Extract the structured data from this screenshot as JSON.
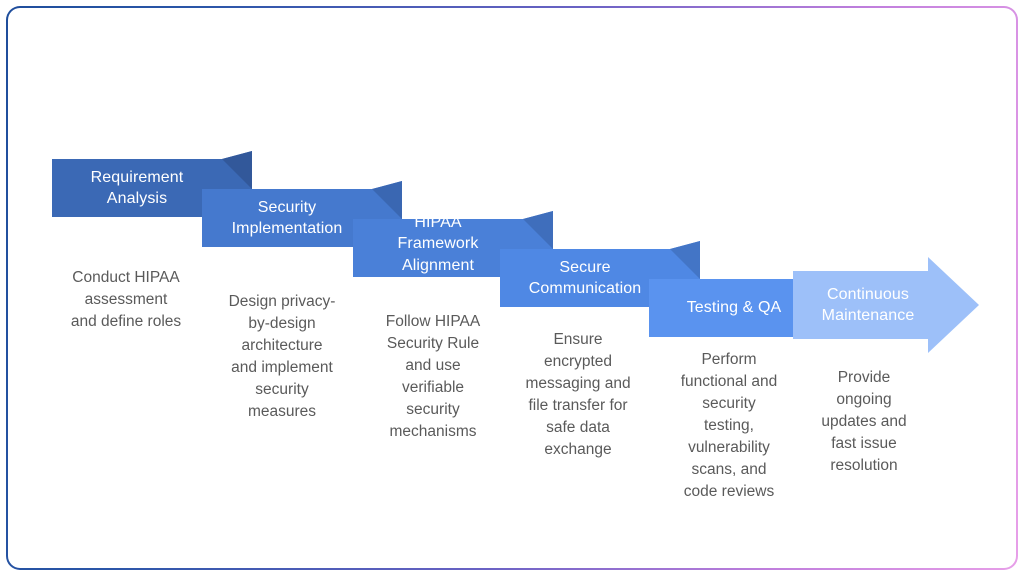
{
  "frame": {
    "border_gradient_from": "#1f4e9c",
    "border_gradient_to": "#e79fe8",
    "background": "#ffffff"
  },
  "diagram": {
    "type": "stepped-chevron-process",
    "orientation": "descending-left-to-right",
    "step_count": 6,
    "description_text_color": "#5a5a5a",
    "label_text_color": "#ffffff",
    "steps": [
      {
        "index": 1,
        "label": "Requirement\nAnalysis",
        "description": "Conduct HIPAA\nassessment\nand define roles",
        "fill": "#3b69b5",
        "fold_fill": "#32589a",
        "shape": "banner"
      },
      {
        "index": 2,
        "label": "Security\nImplementation",
        "description": "Design privacy-\nby-design\narchitecture\nand implement\nsecurity\nmeasures",
        "fill": "#4579ce",
        "fold_fill": "#3a67b2",
        "shape": "banner"
      },
      {
        "index": 3,
        "label": "HIPAA\nFramework\nAlignment",
        "description": "Follow HIPAA\nSecurity Rule\nand use\nverifiable\nsecurity\nmechanisms",
        "fill": "#4a80d8",
        "fold_fill": "#3f6ebc",
        "shape": "banner"
      },
      {
        "index": 4,
        "label": "Secure\nCommunication",
        "description": "Ensure\nencrypted\nmessaging and\nfile transfer for\nsafe data\nexchange",
        "fill": "#4f88e4",
        "fold_fill": "#4375c6",
        "shape": "banner"
      },
      {
        "index": 5,
        "label": "Testing & QA",
        "description": "Perform\nfunctional and\nsecurity\ntesting,\nvulnerability\nscans, and\ncode reviews",
        "fill": "#5a93ef",
        "fold_fill": "#4b7fd2",
        "shape": "banner"
      },
      {
        "index": 6,
        "label": "Continuous\nMaintenance",
        "description": "Provide\nongoing\nupdates and\nfast issue\nresolution",
        "fill": "#9dc0f9",
        "fold_fill": "#9dc0f9",
        "shape": "arrow"
      }
    ]
  }
}
